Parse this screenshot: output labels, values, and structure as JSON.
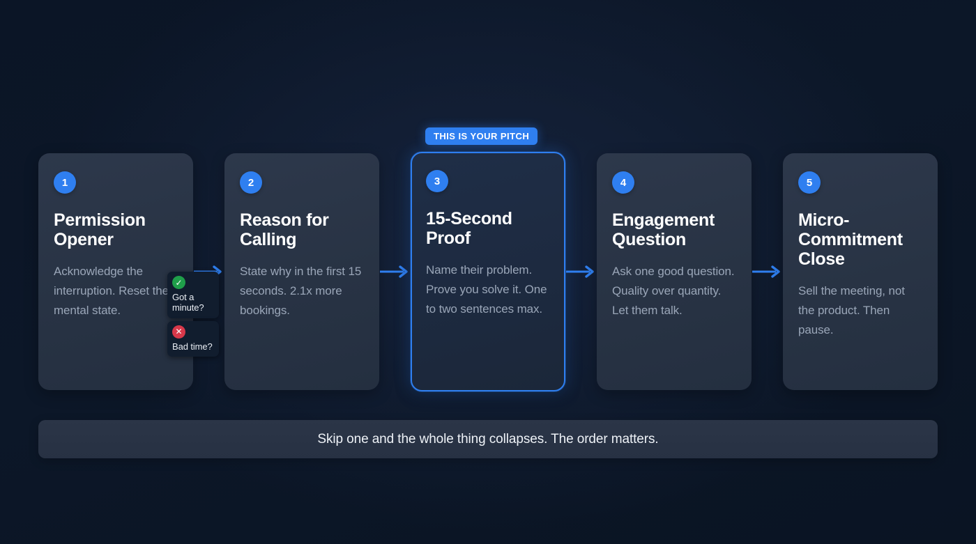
{
  "background": {
    "color_top": "#0b1526",
    "color_bottom": "#0a1423"
  },
  "accent": {
    "blue": "#2f7ff0",
    "green": "#1f9f4a",
    "red": "#d8384a"
  },
  "pitch_badge": {
    "label": "THIS IS YOUR PITCH",
    "attached_to_step": 3
  },
  "steps": [
    {
      "number": "1",
      "title": "Permission Opener",
      "description": "Acknowledge the interruption. Reset their mental state.",
      "highlighted": false
    },
    {
      "number": "2",
      "title": "Reason for Calling",
      "description": "State why in the first 15 seconds. 2.1x more bookings.",
      "highlighted": false
    },
    {
      "number": "3",
      "title": "15-Second Proof",
      "description": "Name their problem. Prove you solve it. One to two sentences max.",
      "highlighted": true
    },
    {
      "number": "4",
      "title": "Engagement Question",
      "description": "Ask one good question. Quality over quantity. Let them talk.",
      "highlighted": false
    },
    {
      "number": "5",
      "title": "Micro-Commitment Close",
      "description": "Sell the meeting, not the product. Then pause.",
      "highlighted": false
    }
  ],
  "connectors": [
    {
      "icon": "arrow-right-icon"
    },
    {
      "icon": "arrow-right-icon"
    },
    {
      "icon": "arrow-right-icon"
    },
    {
      "icon": "arrow-right-icon"
    }
  ],
  "reaction_chips": [
    {
      "icon": "check-circle-icon",
      "symbol": "✓",
      "label": "Got a minute?",
      "color": "#1f9f4a"
    },
    {
      "icon": "x-circle-icon",
      "symbol": "✕",
      "label": "Bad time?",
      "color": "#d8384a"
    }
  ],
  "footer": {
    "text": "Skip one and the whole thing collapses. The order matters."
  }
}
